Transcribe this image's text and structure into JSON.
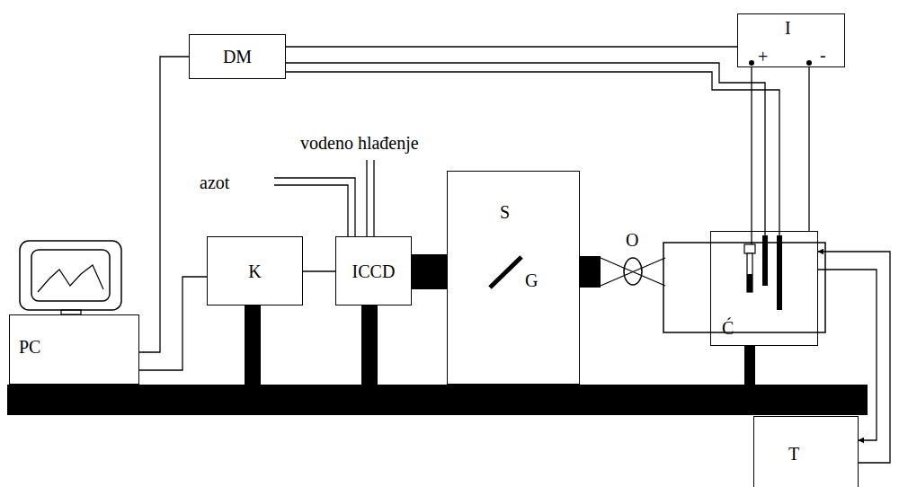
{
  "diagram": {
    "nodes": [
      {
        "text": [
          "DM"
        ]
      },
      {
        "text": [
          "I"
        ]
      },
      {
        "text": [
          "PC"
        ]
      },
      {
        "text": [
          "K"
        ]
      },
      {
        "text": [
          "ICCD"
        ]
      },
      {
        "text": [
          "S",
          "G"
        ]
      },
      {
        "text": [
          "O"
        ]
      },
      {
        "text": [
          "Ć"
        ]
      },
      {
        "text": [
          "T"
        ]
      }
    ],
    "edges": [
      {
        "from": 0,
        "to": 2,
        "arrow": "none"
      },
      {
        "from": 2,
        "to": 3,
        "arrow": "none"
      },
      {
        "from": 3,
        "to": 4,
        "arrow": "none"
      },
      {
        "from": 0,
        "to": 1,
        "arrow": "none"
      },
      {
        "from": 1,
        "to": 7,
        "arrow": "none"
      },
      {
        "from": 1,
        "to": 7,
        "arrow": "none"
      },
      {
        "from": 7,
        "to": 8,
        "arrow": "to"
      },
      {
        "from": 8,
        "to": 7,
        "arrow": "to"
      }
    ],
    "labels": [
      "azot",
      "vodeno hlađenje",
      "+",
      "-"
    ]
  }
}
